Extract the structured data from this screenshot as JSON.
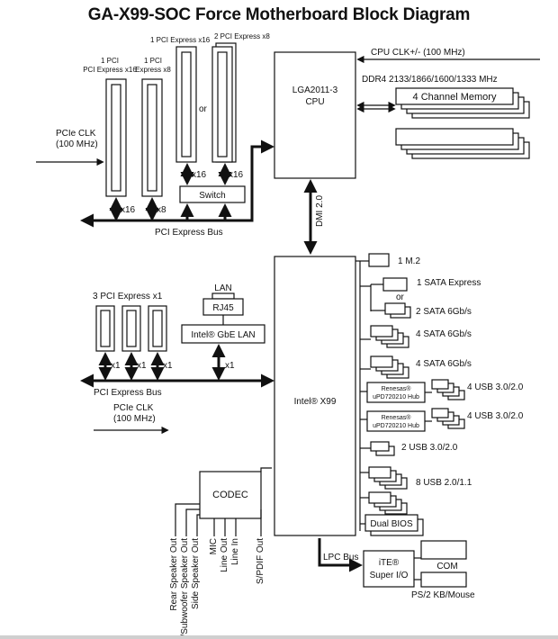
{
  "title": "GA-X99-SOC Force Motherboard Block Diagram",
  "cpu": {
    "name": "LGA2011-3",
    "sub": "CPU",
    "clk": "CPU CLK+/- (100 MHz)"
  },
  "memory": {
    "types": "DDR4 2133/1866/1600/1333 MHz",
    "label": "4 Channel Memory"
  },
  "pcie_cpu": {
    "slot1": {
      "line1": "1 PCI",
      "line2": "PCI Express x16"
    },
    "slot2": {
      "line1": "1 PCI",
      "line2": "Express x8"
    },
    "slot3": "1 PCI Express x16",
    "slot4": "2 PCI Express x8",
    "or": "or",
    "switch": "Switch",
    "x16a": "x16",
    "x16b": "x16",
    "x16c": "x16",
    "x8": "x8",
    "bus": "PCI Express Bus",
    "clk1": "PCIe CLK",
    "clk2": "(100 MHz)"
  },
  "dmi": "DMI 2.0",
  "chipset": "Intel® X99",
  "pcie_pch": {
    "slots": "3 PCI Express x1",
    "x1a": "x1",
    "x1b": "x1",
    "x1c": "x1",
    "x1d": "x1",
    "bus": "PCI Express Bus",
    "clk1": "PCIe CLK",
    "clk2": "(100 MHz)"
  },
  "lan": {
    "label": "LAN",
    "port": "RJ45",
    "chip": "Intel® GbE LAN"
  },
  "right": {
    "m2": "1 M.2",
    "sata_express": "1 SATA Express",
    "or": "or",
    "sata2": "2 SATA 6Gb/s",
    "sata4a": "4 SATA 6Gb/s",
    "sata4b": "4 SATA 6Gb/s",
    "renesas": "Renesas®",
    "hub": "uPD720210 Hub",
    "usb4a": "4 USB 3.0/2.0",
    "usb4b": "4 USB 3.0/2.0",
    "usb2": "2 USB 3.0/2.0",
    "usb8": "8 USB 2.0/1.1",
    "bios": "Dual BIOS"
  },
  "lpc": "LPC Bus",
  "superio": {
    "line1": "iTE®",
    "line2": "Super I/O",
    "com": "COM",
    "ps2": "PS/2 KB/Mouse"
  },
  "codec": {
    "name": "CODEC",
    "outs": [
      "Rear Speaker Out",
      "Center/Subwoofer Speaker Out",
      "Side Speaker Out",
      "MIC",
      "Line Out",
      "Line In",
      "S/PDIF Out"
    ]
  }
}
